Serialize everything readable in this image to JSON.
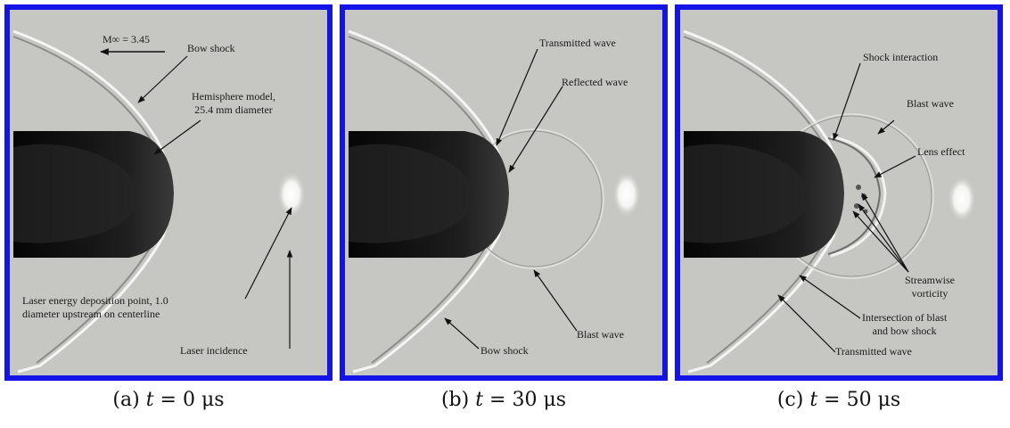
{
  "panels": [
    {
      "caption": {
        "label": "(a)",
        "var": "t",
        "eq": " = 0 ",
        "unit": "μs"
      },
      "annotations": {
        "mach": "M∞ = 3.45",
        "bow_shock": "Bow shock",
        "hemisphere_1": "Hemisphere model,",
        "hemisphere_2": "25.4 mm diameter",
        "laser_dep_1": "Laser energy deposition point, 1.0",
        "laser_dep_2": "diameter upstream on centerline",
        "laser_inc": "Laser incidence"
      }
    },
    {
      "caption": {
        "label": "(b)",
        "var": "t",
        "eq": " = 30 ",
        "unit": "μs"
      },
      "annotations": {
        "transmitted": "Transmitted wave",
        "reflected": "Reflected wave",
        "blast": "Blast wave",
        "bow_shock": "Bow shock"
      }
    },
    {
      "caption": {
        "label": "(c)",
        "var": "t",
        "eq": " = 50 ",
        "unit": "μs"
      },
      "annotations": {
        "shock_int": "Shock interaction",
        "blast": "Blast wave",
        "lens": "Lens effect",
        "streamwise_1": "Streamwise",
        "streamwise_2": "vorticity",
        "intersection_1": "Intersection of blast",
        "intersection_2": "and bow shock",
        "transmitted": "Transmitted wave"
      }
    }
  ],
  "colors": {
    "frame": "#1414e6",
    "image_bg": "#c6c6c2",
    "model": "#0f0f0f"
  }
}
